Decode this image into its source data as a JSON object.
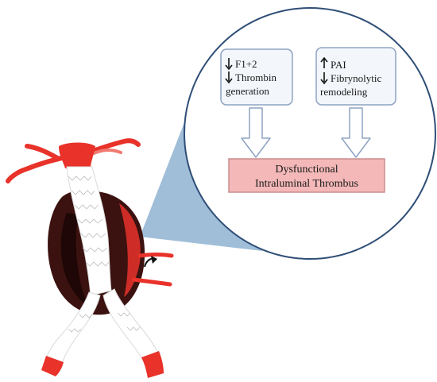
{
  "colors": {
    "circle_stroke": "#2f4e77",
    "box_fill": "#f3f6fb",
    "box_stroke": "#8ea3c2",
    "arrow_fill": "#ffffff",
    "arrow_stroke": "#8ea3c2",
    "outcome_fill": "#f4b8b8",
    "outcome_stroke": "#c98d8d",
    "wedge_fill": "#8fb3d1",
    "vessel_red": "#e8322a",
    "sac_dark": "#3b1210",
    "stent_white": "#ffffff"
  },
  "left_box": {
    "arrow_icon_1": "down-arrow-icon",
    "line_1": "F1+2",
    "arrow_icon_2": "down-arrow-icon",
    "line_2": "Thrombin",
    "line_3": "generation"
  },
  "right_box": {
    "arrow_icon_1": "up-arrow-icon",
    "line_1": "PAI",
    "arrow_icon_2": "down-arrow-icon",
    "line_2": "Fibrynolytic",
    "line_3": "remodeling"
  },
  "outcome": {
    "line_1": "Dysfunctional",
    "line_2": "Intraluminal Thrombus"
  }
}
